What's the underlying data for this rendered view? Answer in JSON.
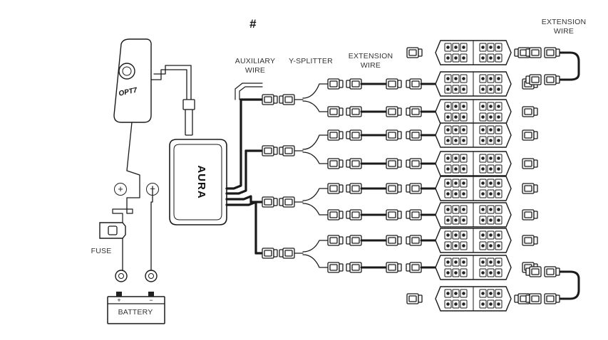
{
  "labels": {
    "hash": "#",
    "auxiliary_wire_1": "AUXILIARY",
    "auxiliary_wire_2": "WIRE",
    "y_splitter": "Y-SPLITTER",
    "extension_1": "EXTENSION",
    "extension_2": "WIRE",
    "extension_top_1": "EXTENSION",
    "extension_top_2": "WIRE",
    "fuse": "FUSE",
    "battery": "BATTERY",
    "plus_symbol": "+",
    "minus_symbol": "−",
    "battery_plus": "+",
    "battery_minus": "−",
    "controller_brand": "AURA",
    "remote_brand": "OPT7"
  },
  "icons": [
    "hash-icon",
    "plus-terminal-icon",
    "minus-terminal-icon",
    "fuse-icon",
    "battery-icon",
    "remote-icon",
    "control-box-icon",
    "connector-icon",
    "led-module-icon"
  ],
  "colors": {
    "line": "#1a1a1a",
    "module_fill": "#ffffff",
    "wire": "#111111"
  }
}
